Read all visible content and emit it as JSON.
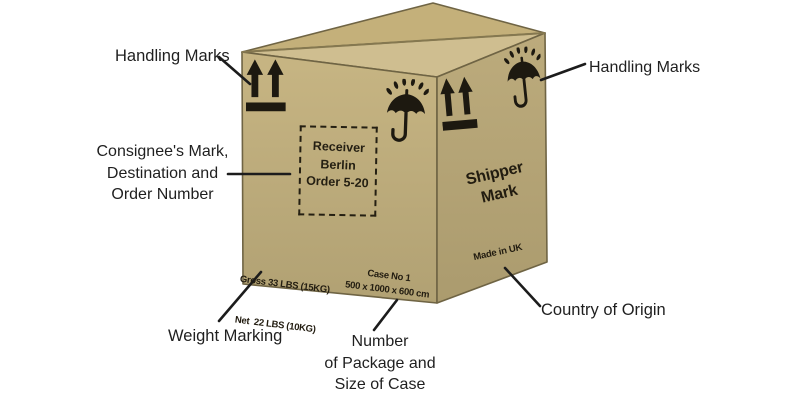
{
  "page": {
    "background": "#ffffff"
  },
  "colors": {
    "box_front_top": "#c7b583",
    "box_front_bottom": "#b1a173",
    "box_right_top": "#bcab7c",
    "box_right_bottom": "#ab9b6e",
    "box_top_back_flap": "#c4b07a",
    "box_top_front_flap": "#cfbe90",
    "box_edge": "#6f6444",
    "marking_ink": "#1d1910",
    "label_text": "#1f1f1f",
    "leader_line": "#1c1c1c"
  },
  "labels": {
    "handling_marks_left": "Handling Marks",
    "handling_marks_right": "Handling Marks",
    "consignee_line1": "Consignee's Mark,",
    "consignee_line2": "Destination and",
    "consignee_line3": "Order Number",
    "weight_marking": "Weight Marking",
    "package_line1": "Number",
    "package_line2": "of Package and",
    "package_line3": "Size of Case",
    "country_of_origin": "Country of Origin"
  },
  "box_markings": {
    "receiver_line1": "Receiver",
    "receiver_line2": "Berlin",
    "receiver_line3": "Order 5-20",
    "weight_line1": "Gross 33 LBS (15KG)",
    "weight_line2": "Net  22 LBS (10KG)",
    "case_line1": "Case No 1",
    "case_line2": "500 x 1000 x 600 cm",
    "shipper_line1": "Shipper",
    "shipper_line2": "Mark",
    "made_in": "Made in UK"
  },
  "icons": {
    "this_way_up": "two-up-arrows-over-bar",
    "keep_dry": "umbrella-with-raindrops"
  }
}
